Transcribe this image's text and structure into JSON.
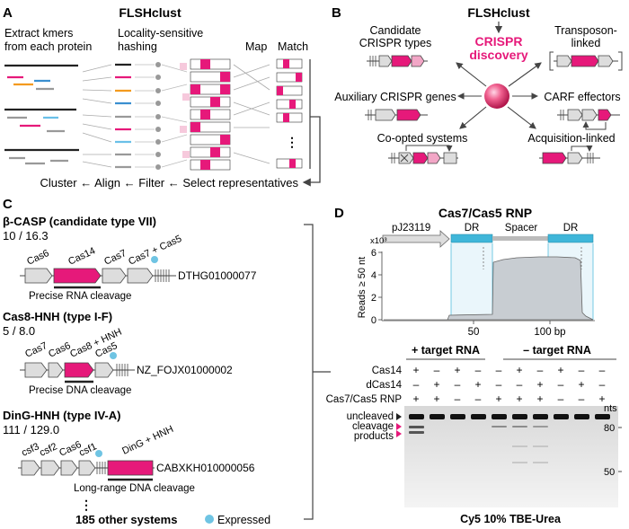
{
  "panelA": {
    "letter": "A",
    "title": "FLSHclust",
    "col1": [
      "Extract kmers",
      "from each protein"
    ],
    "col2": [
      "Locality-sensitive",
      "hashing"
    ],
    "col3": "Map",
    "col4": "Match",
    "dots": "⋮",
    "bottom": "Cluster ← Align ← Filter ← Select representatives"
  },
  "panelB": {
    "letter": "B",
    "title": "FLSHclust",
    "center": [
      "CRISPR",
      "discovery"
    ],
    "n1": [
      "Candidate",
      "CRISPR types"
    ],
    "n2": [
      "Transposon-",
      "linked"
    ],
    "n3": "Auxiliary CRISPR genes",
    "n4": "CARF effectors",
    "n5": "Co-opted systems",
    "n6": "Acquisition-linked"
  },
  "panelC": {
    "letter": "C",
    "s1": {
      "title": "β-CASP (candidate type VII)",
      "count": "10 / 16.3",
      "genes": [
        "Cas6",
        "Cas14",
        "Cas7",
        "Cas7 + Cas5"
      ],
      "acc": "DTHG01000077",
      "note": "Precise RNA cleavage"
    },
    "s2": {
      "title": "Cas8-HNH (type I-F)",
      "count": "5 / 8.0",
      "genes": [
        "Cas7",
        "Cas6",
        "Cas8 + HNH",
        "Cas5"
      ],
      "acc": "NZ_FOJX01000002",
      "note": "Precise DNA cleavage"
    },
    "s3": {
      "title": "DinG-HNH (type IV-A)",
      "count": "111 / 129.0",
      "genes": [
        "csf3",
        "csf2",
        "Cas6",
        "csf1",
        "DinG + HNH"
      ],
      "acc": "CABXKH010000056",
      "note": "Long-range DNA cleavage"
    },
    "more_dots": "⋮",
    "other": "185 other systems",
    "legend": "Expressed"
  },
  "panelD": {
    "letter": "D",
    "title": "Cas7/Cas5 RNP",
    "top_labels": [
      "pJ23119",
      "DR",
      "Spacer",
      "DR"
    ],
    "scale": "x10³",
    "ylabel": "Reads ≥ 50 nt",
    "yticks": [
      "6",
      "4",
      "2",
      "0"
    ],
    "xticks": [
      "50",
      "100 bp"
    ],
    "headers": [
      "+ target RNA",
      "– target RNA"
    ],
    "rows": [
      {
        "label": "Cas14",
        "marks": [
          "+",
          "–",
          "+",
          "–",
          "–",
          "+",
          "–",
          "+",
          "–",
          "–"
        ]
      },
      {
        "label": "dCas14",
        "marks": [
          "–",
          "+",
          "–",
          "+",
          "–",
          "–",
          "+",
          "–",
          "+",
          "–"
        ]
      },
      {
        "label": "Cas7/Cas5 RNP",
        "marks": [
          "+",
          "+",
          "–",
          "–",
          "+",
          "+",
          "+",
          "–",
          "–",
          "+"
        ]
      }
    ],
    "gel_labels": [
      "uncleaved",
      "cleavage",
      "products"
    ],
    "nts": "nts",
    "ladder": [
      "80",
      "50"
    ],
    "caption": "Cy5 10% TBE-Urea"
  }
}
